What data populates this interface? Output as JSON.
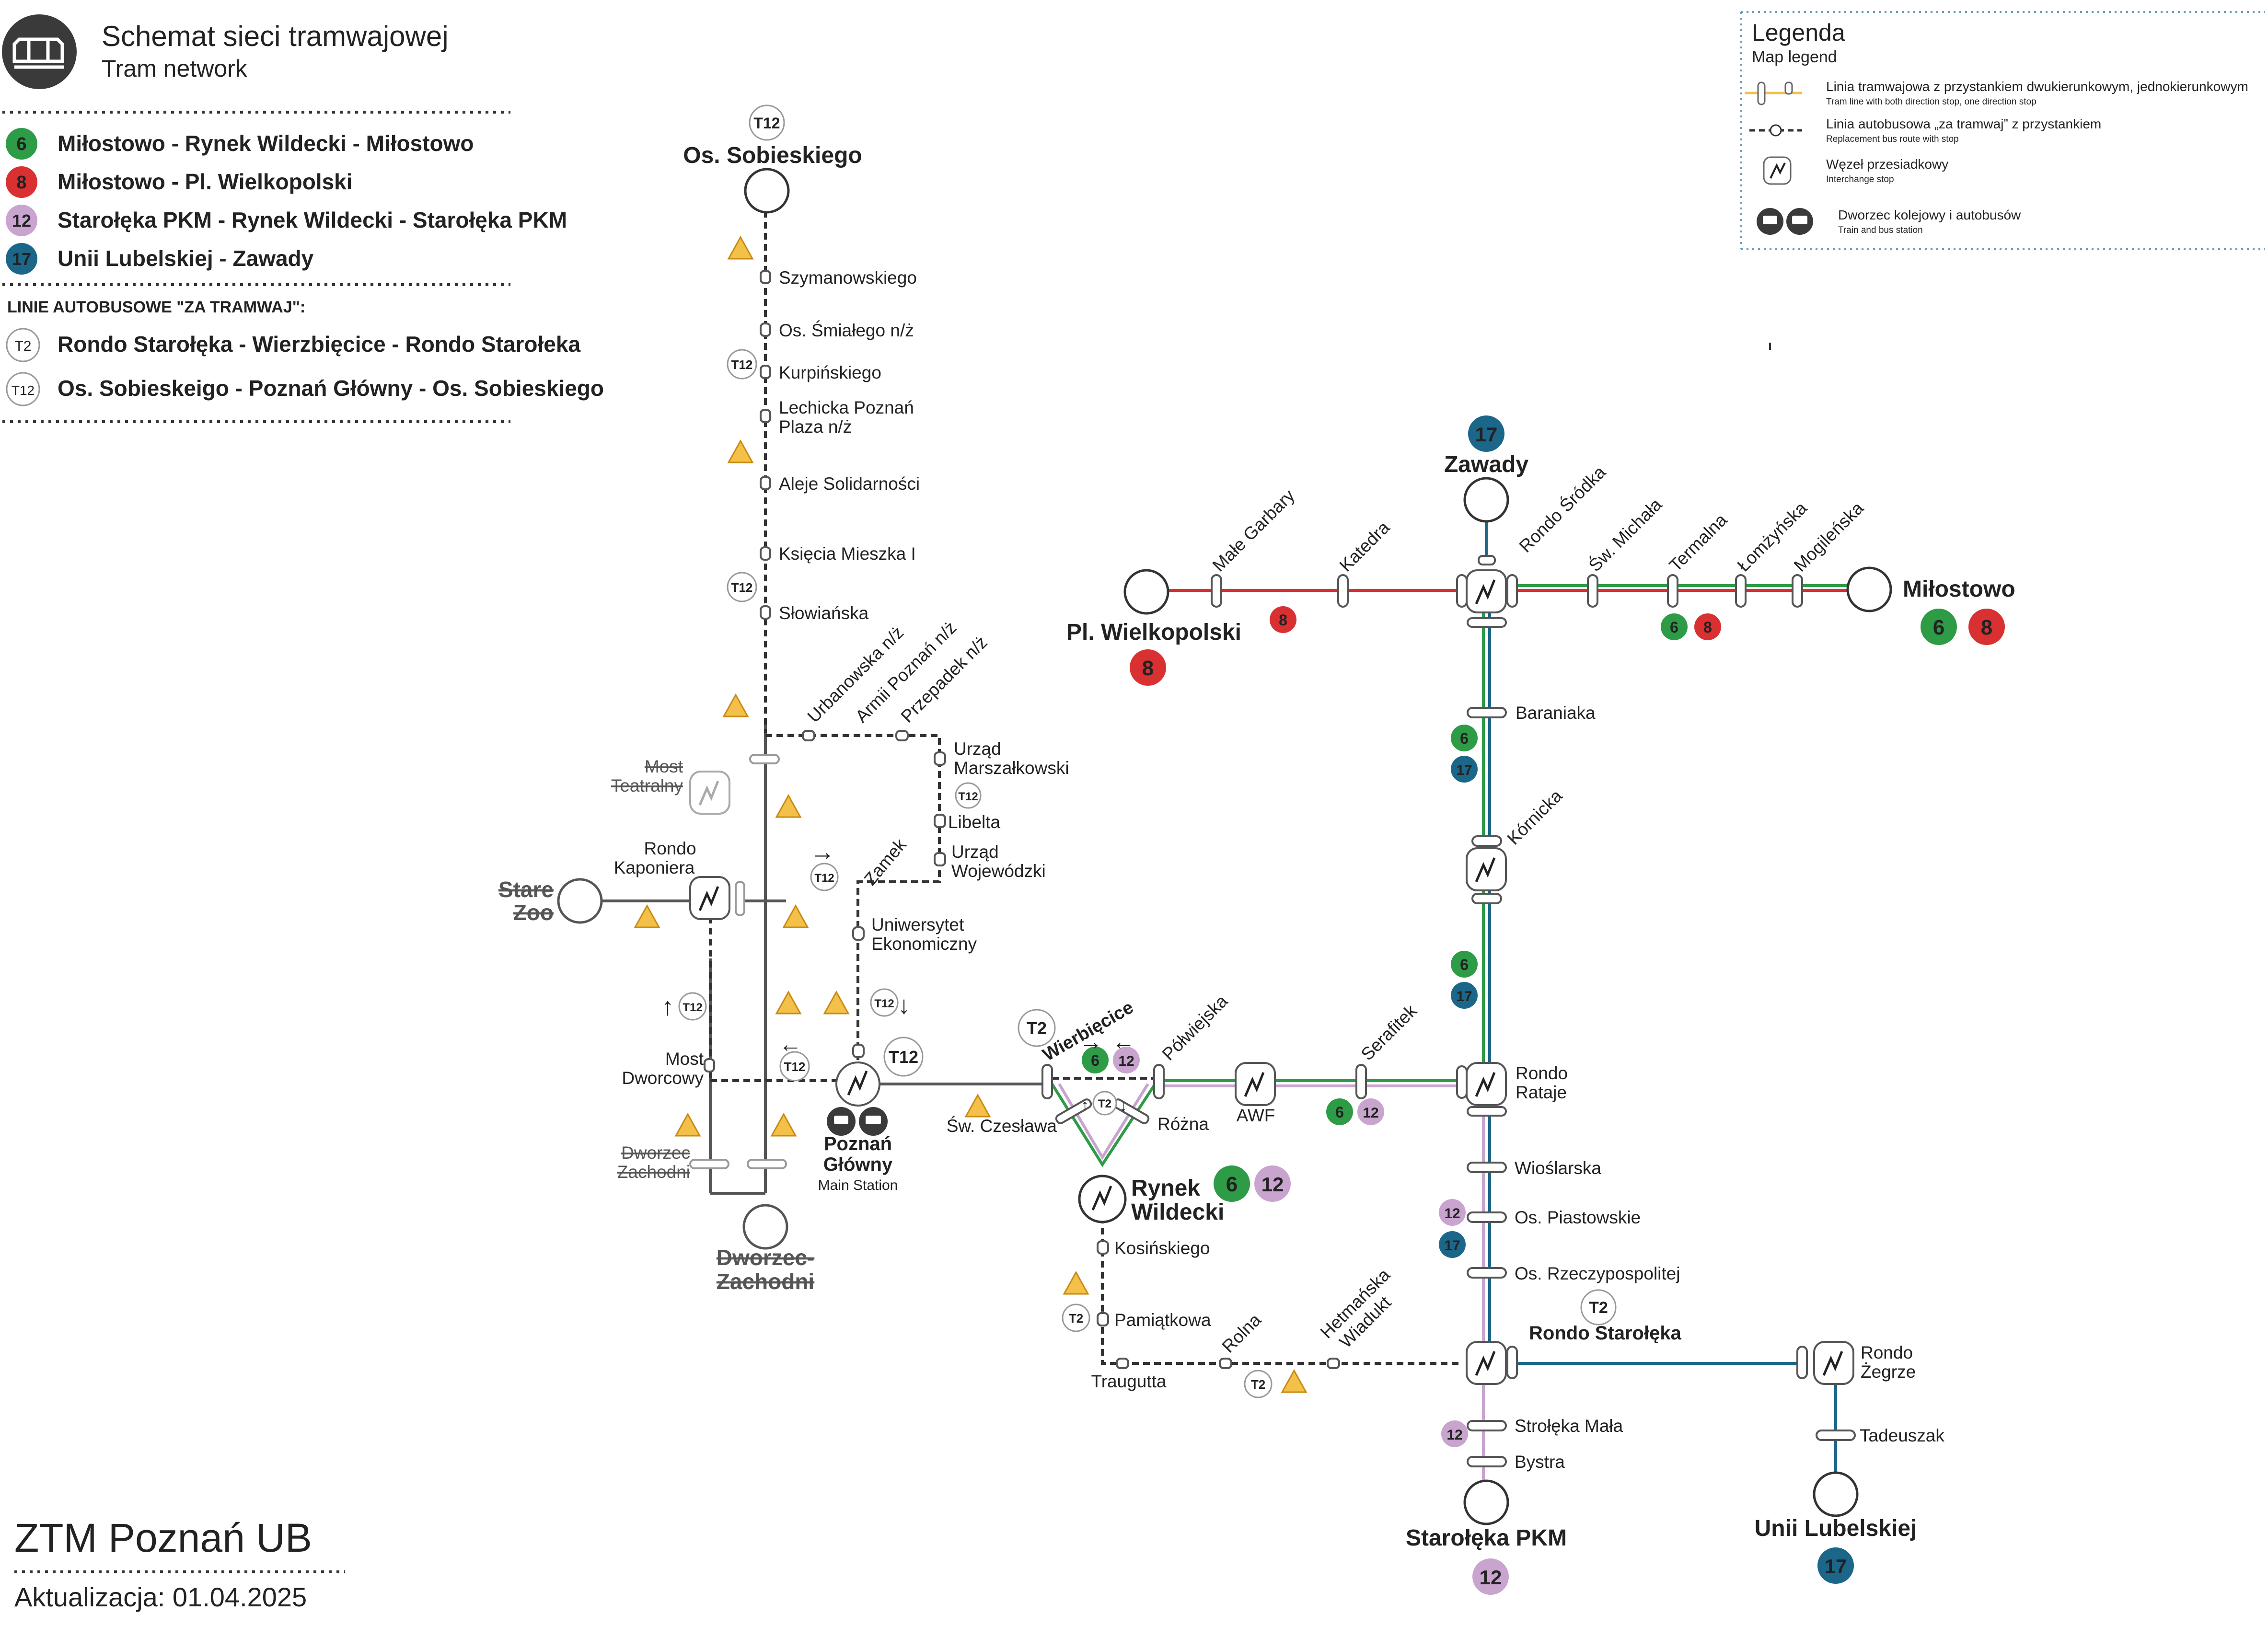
{
  "header": {
    "title": "Schemat sieci tramwajowej",
    "subtitle": "Tram network"
  },
  "routes": [
    {
      "number": "6",
      "color": "#2e9b47",
      "label": "Miłostowo - Rynek Wildecki - Miłostowo"
    },
    {
      "number": "8",
      "color": "#d93032",
      "label": "Miłostowo - Pl. Wielkopolski"
    },
    {
      "number": "12",
      "color": "#c8a4cf",
      "label": "Starołęka PKM - Rynek Wildecki - Starołęka PKM"
    },
    {
      "number": "17",
      "color": "#1c6789",
      "label": "Unii Lubelskiej - Zawady"
    }
  ],
  "bus_section": {
    "heading": "LINIE AUTOBUSOWE \"ZA TRAMWAJ\":",
    "routes": [
      {
        "number": "T2",
        "label": "Rondo Starołęka - Wierzbięcice - Rondo Starołeka"
      },
      {
        "number": "T12",
        "label": "Os. Sobieskeigo - Poznań Główny - Os. Sobieskiego"
      }
    ]
  },
  "legend": {
    "title": "Legenda",
    "subtitle": "Map legend",
    "items": [
      {
        "label": "Linia tramwajowa z przystankiem dwukierunkowym, jednokierunkowym",
        "sublabel": "Tram line with both direction stop, one direction stop"
      },
      {
        "label": "Linia autobusowa „za tramwaj” z przystankiem",
        "sublabel": "Replacement bus route with stop"
      },
      {
        "label": "Węzeł przesiadkowy",
        "sublabel": "Interchange stop"
      },
      {
        "label": "Dworzec kolejowy i autobusów",
        "sublabel": "Train and bus station"
      }
    ]
  },
  "footer": {
    "title": "ZTM Poznań UB",
    "updated": "Aktualizacja: 01.04.2025"
  },
  "map": {
    "terminals": {
      "os_sobieskiego": "Os. Sobieskiego",
      "pl_wielkopolski": "Pl. Wielkopolski",
      "zawady": "Zawady",
      "milostowo": "Miłostowo",
      "stare_zoo": "Stare Zoo",
      "dworzec_zachodni": "Dworzec Zachodni",
      "rynek_wildecki_1": "Rynek",
      "rynek_wildecki_2": "Wildecki",
      "starolka_pkm": "Starołęka PKM",
      "unii_lubelskiej": "Unii Lubelskiej",
      "poznan_glowny_1": "Poznań",
      "poznan_glowny_2": "Główny",
      "main_station": "Main Station",
      "rondo_starolka": "Rondo Starołęka",
      "wierzbiecice": "Wierbięcice"
    },
    "stops": {
      "szymanowskiego": "Szymanowskiego",
      "smialego": "Os. Śmiałego n/ż",
      "kurpinskiego": "Kurpińskiego",
      "lechicka_1": "Lechicka Poznań",
      "lechicka_2": "Plaza n/ż",
      "aleje": "Aleje Solidarności",
      "mieszka": "Księcia Mieszka I",
      "slowianska": "Słowiańska",
      "urbanowska": "Urbanowska n/ż",
      "armii": "Armii Poznań n/ż",
      "przepadek": "Przepadek n/ż",
      "marszalkowski_1": "Urząd",
      "marszalkowski_2": "Marszałkowski",
      "libelta": "Libelta",
      "wojewodzki_1": "Urząd",
      "wojewodzki_2": "Wojewódzki",
      "zamek": "Zamek",
      "ue_1": "Uniwersytet",
      "ue_2": "Ekonomiczny",
      "most_teatralny_1": "Most",
      "most_teatralny_2": "Teatralny",
      "kaponiera_1": "Rondo",
      "kaponiera_2": "Kaponiera",
      "most_dworcowy_1": "Most",
      "most_dworcowy_2": "Dworcowy",
      "dz_stop_1": "Dworzec",
      "dz_stop_2": "Zachodni",
      "sw_czeslawa": "Św. Czesława",
      "rozna": "Różna",
      "polwiejska": "Półwiejska",
      "awf": "AWF",
      "serafitek": "Serafitek",
      "kosinskiego": "Kosińskiego",
      "pamiatkowa": "Pamiątkowa",
      "traugutta": "Traugutta",
      "rolna": "Rolna",
      "hetmanska_1": "Hetmańska",
      "hetmanska_2": "Wiadukt",
      "male_garbary": "Małe Garbary",
      "katedra": "Katedra",
      "rondo_srodka": "Rondo Śródka",
      "sw_michala": "Św. Michała",
      "termalna": "Termalna",
      "lomzynska": "Łomżyńska",
      "mogilenska": "Mogileńska",
      "baraniaka": "Baraniaka",
      "kornicka": "Kórnicka",
      "rataje_1": "Rondo",
      "rataje_2": "Rataje",
      "wioslarska": "Wioślarska",
      "piastowskie": "Os. Piastowskie",
      "rzeczypospolitej": "Os. Rzeczypospolitej",
      "strolka_mala": "Strołęka Mała",
      "bystra": "Bystra",
      "zegrze_1": "Rondo",
      "zegrze_2": "Żegrze",
      "tadeuszak": "Tadeuszak"
    },
    "badges": {
      "t2": "T2",
      "t12": "T12",
      "r6": "6",
      "r8": "8",
      "r12": "12",
      "r17": "17"
    },
    "arrows": {
      "right": "→",
      "left": "←",
      "up": "↑",
      "down": "↓"
    }
  },
  "colors": {
    "line6": "#2e9b47",
    "line8": "#d93032",
    "line12": "#c8a4cf",
    "line17": "#1c6789",
    "tram_gray": "#555555",
    "bus_dash": "#333333",
    "warning": "#f3c04a",
    "header_icon_bg": "#3a3a3a"
  }
}
